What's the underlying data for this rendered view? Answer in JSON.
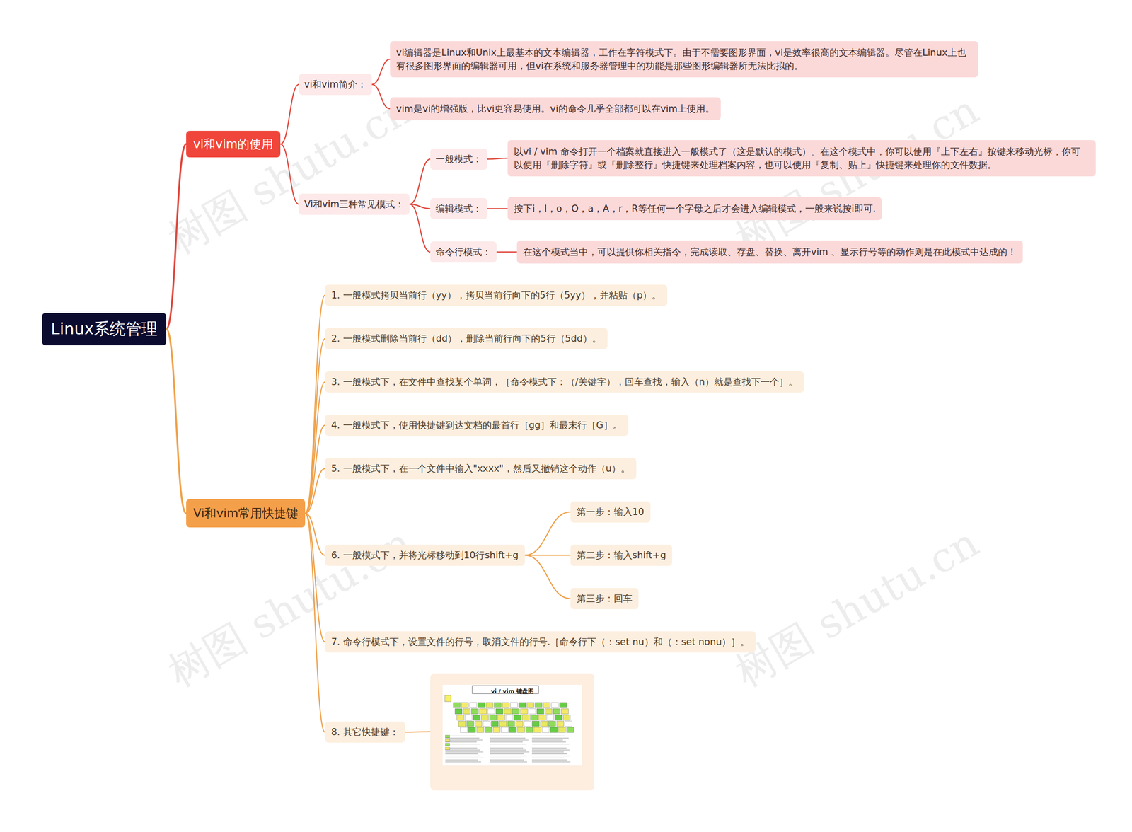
{
  "diagram": {
    "nodes": [
      {
        "text": [
          "Linux系统管理"
        ]
      },
      {
        "text": [
          "vi和vim的使用"
        ]
      },
      {
        "text": [
          "vi和vim简介："
        ]
      },
      {
        "text": [
          "vi编辑器是Linux和Unix上最基本的文本编辑器，工作在字符模式下。由于不需要图形界面，vi是效率很高的文本编辑器。尽管在Linux上也有很多图形界面的编辑器可用，但vi在系统和服务器管理中的功能是那些图形编辑器所无法比拟的。"
        ]
      },
      {
        "text": [
          "vim是vi的增强版，比vi更容易使用。vi的命令几乎全部都可以在vim上使用。"
        ]
      },
      {
        "text": [
          "Vi和vim三种常见模式："
        ]
      },
      {
        "text": [
          "一般模式："
        ]
      },
      {
        "text": [
          "以vi / vim 命令打开一个档案就直接进入一般模式了（这是默认的模式）。在这个模式中，你可以使用『上下左右』按键来移动光标，你可以使用『删除字符』或『删除整行』快捷键来处理档案内容，也可以使用『复制、贴上』快捷键来处理你的文件数据。"
        ]
      },
      {
        "text": [
          "编辑模式："
        ]
      },
      {
        "text": [
          "按下i，I，o，O，a，A，r，R等任何一个字母之后才会进入编辑模式，一般来说按i即可."
        ]
      },
      {
        "text": [
          "命令行模式："
        ]
      },
      {
        "text": [
          "在这个模式当中，可以提供你相关指令，完成读取、存盘、替换、离开vim 、显示行号等的动作则是在此模式中达成的！"
        ]
      },
      {
        "text": [
          "Vi和vim常用快捷键"
        ]
      },
      {
        "text": [
          "1. 一般模式拷贝当前行（yy），拷贝当前行向下的5行（5yy），并粘贴（p）。"
        ]
      },
      {
        "text": [
          "2. 一般模式删除当前行（dd），删除当前行向下的5行（5dd）。"
        ]
      },
      {
        "text": [
          "3. 一般模式下，在文件中查找某个单词，［命令模式下：（/关键字），回车查找，输入（n）就是查找下一个］。"
        ]
      },
      {
        "text": [
          "4. 一般模式下，使用快捷键到达文档的最首行［gg］和最末行［G］。"
        ]
      },
      {
        "text": [
          "5. 一般模式下，在一个文件中输入\"xxxx\"，然后又撤销这个动作（u）。"
        ]
      },
      {
        "text": [
          "6. 一般模式下，并将光标移动到10行shift+g"
        ]
      },
      {
        "text": [
          "第一步：输入10"
        ]
      },
      {
        "text": [
          "第二步：输入shift+g"
        ]
      },
      {
        "text": [
          "第三步：回车"
        ]
      },
      {
        "text": [
          "7. 命令行模式下，设置文件的行号，取消文件的行号.［命令行下（：set nu）和（：set nonu）］。"
        ]
      },
      {
        "text": [
          "8. 其它快捷键："
        ]
      },
      {
        "text": [
          "vi / vim 键盘图"
        ]
      }
    ],
    "edges": [
      {
        "from": 0,
        "to": 1,
        "arrow": "none"
      },
      {
        "from": 0,
        "to": 12,
        "arrow": "none"
      },
      {
        "from": 1,
        "to": 2,
        "arrow": "none"
      },
      {
        "from": 1,
        "to": 5,
        "arrow": "none"
      },
      {
        "from": 2,
        "to": 3,
        "arrow": "none"
      },
      {
        "from": 2,
        "to": 4,
        "arrow": "none"
      },
      {
        "from": 5,
        "to": 6,
        "arrow": "none"
      },
      {
        "from": 5,
        "to": 8,
        "arrow": "none"
      },
      {
        "from": 5,
        "to": 10,
        "arrow": "none"
      },
      {
        "from": 6,
        "to": 7,
        "arrow": "none"
      },
      {
        "from": 8,
        "to": 9,
        "arrow": "none"
      },
      {
        "from": 10,
        "to": 11,
        "arrow": "none"
      },
      {
        "from": 12,
        "to": 13,
        "arrow": "none"
      },
      {
        "from": 12,
        "to": 14,
        "arrow": "none"
      },
      {
        "from": 12,
        "to": 15,
        "arrow": "none"
      },
      {
        "from": 12,
        "to": 16,
        "arrow": "none"
      },
      {
        "from": 12,
        "to": 17,
        "arrow": "none"
      },
      {
        "from": 12,
        "to": 18,
        "arrow": "none"
      },
      {
        "from": 18,
        "to": 19,
        "arrow": "none"
      },
      {
        "from": 18,
        "to": 20,
        "arrow": "none"
      },
      {
        "from": 18,
        "to": 21,
        "arrow": "none"
      },
      {
        "from": 12,
        "to": 22,
        "arrow": "none"
      },
      {
        "from": 12,
        "to": 23,
        "arrow": "none"
      },
      {
        "from": 23,
        "to": 24,
        "arrow": "none"
      }
    ],
    "labels": [
      "树图 shutu.cn",
      "树图 shutu.cn",
      "树图 shutu.cn",
      "树图 shutu.cn"
    ]
  }
}
